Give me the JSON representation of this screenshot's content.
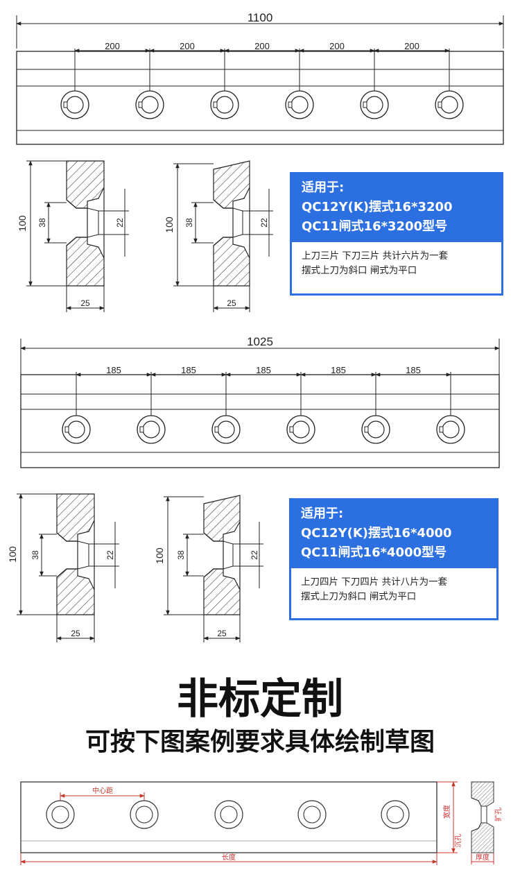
{
  "drawing1": {
    "overall": "1100",
    "spacings": [
      "200",
      "200",
      "200",
      "200",
      "200"
    ],
    "profiles": {
      "height": "100",
      "counterbore": "38",
      "hole": "22",
      "thickness": "25"
    }
  },
  "card1": {
    "heading": "适用于:",
    "line1": "QC12Y(K)摆式16*3200",
    "line2": "QC11闸式16*3200型号",
    "note1": "上刀三片 下刀三片 共计六片为一套",
    "note2": "摆式上刀为斜口 闸式为平口"
  },
  "drawing2": {
    "overall": "1025",
    "spacings": [
      "185",
      "185",
      "185",
      "185",
      "185"
    ],
    "profiles": {
      "height": "100",
      "counterbore": "38",
      "hole": "22",
      "thickness": "25"
    }
  },
  "card2": {
    "heading": "适用于:",
    "line1": "QC12Y(K)摆式16*4000",
    "line2": "QC11闸式16*4000型号",
    "note1": "上刀四片 下刀四片 共计八片为一套",
    "note2": "摆式上刀为斜口 闸式为平口"
  },
  "banner": {
    "title": "非标定制",
    "subtitle": "可按下图案例要求具体绘制草图"
  },
  "sketch": {
    "center_distance": "中心距",
    "length": "长度",
    "width": "宽度",
    "counterbore": "沉孔",
    "expanded_hole": "扩孔",
    "thickness": "厚度"
  },
  "colors": {
    "line": "#222222",
    "accent_blue": "#2b6fe0",
    "dim_red": "#c0392b",
    "sketch_red": "#d03030"
  }
}
